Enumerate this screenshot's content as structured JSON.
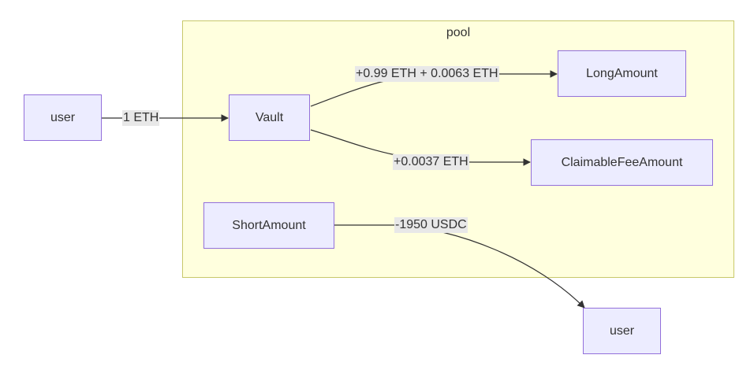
{
  "diagram": {
    "pool": {
      "title": "pool"
    },
    "nodes": {
      "user_in": "user",
      "vault": "Vault",
      "long_amount": "LongAmount",
      "claimable_fee_amount": "ClaimableFeeAmount",
      "short_amount": "ShortAmount",
      "user_out": "user"
    },
    "edges": {
      "user_to_vault": "1 ETH",
      "vault_to_long": "+0.99 ETH + 0.0063 ETH",
      "vault_to_fee": "+0.0037 ETH",
      "short_to_user": "-1950 USDC"
    }
  }
}
